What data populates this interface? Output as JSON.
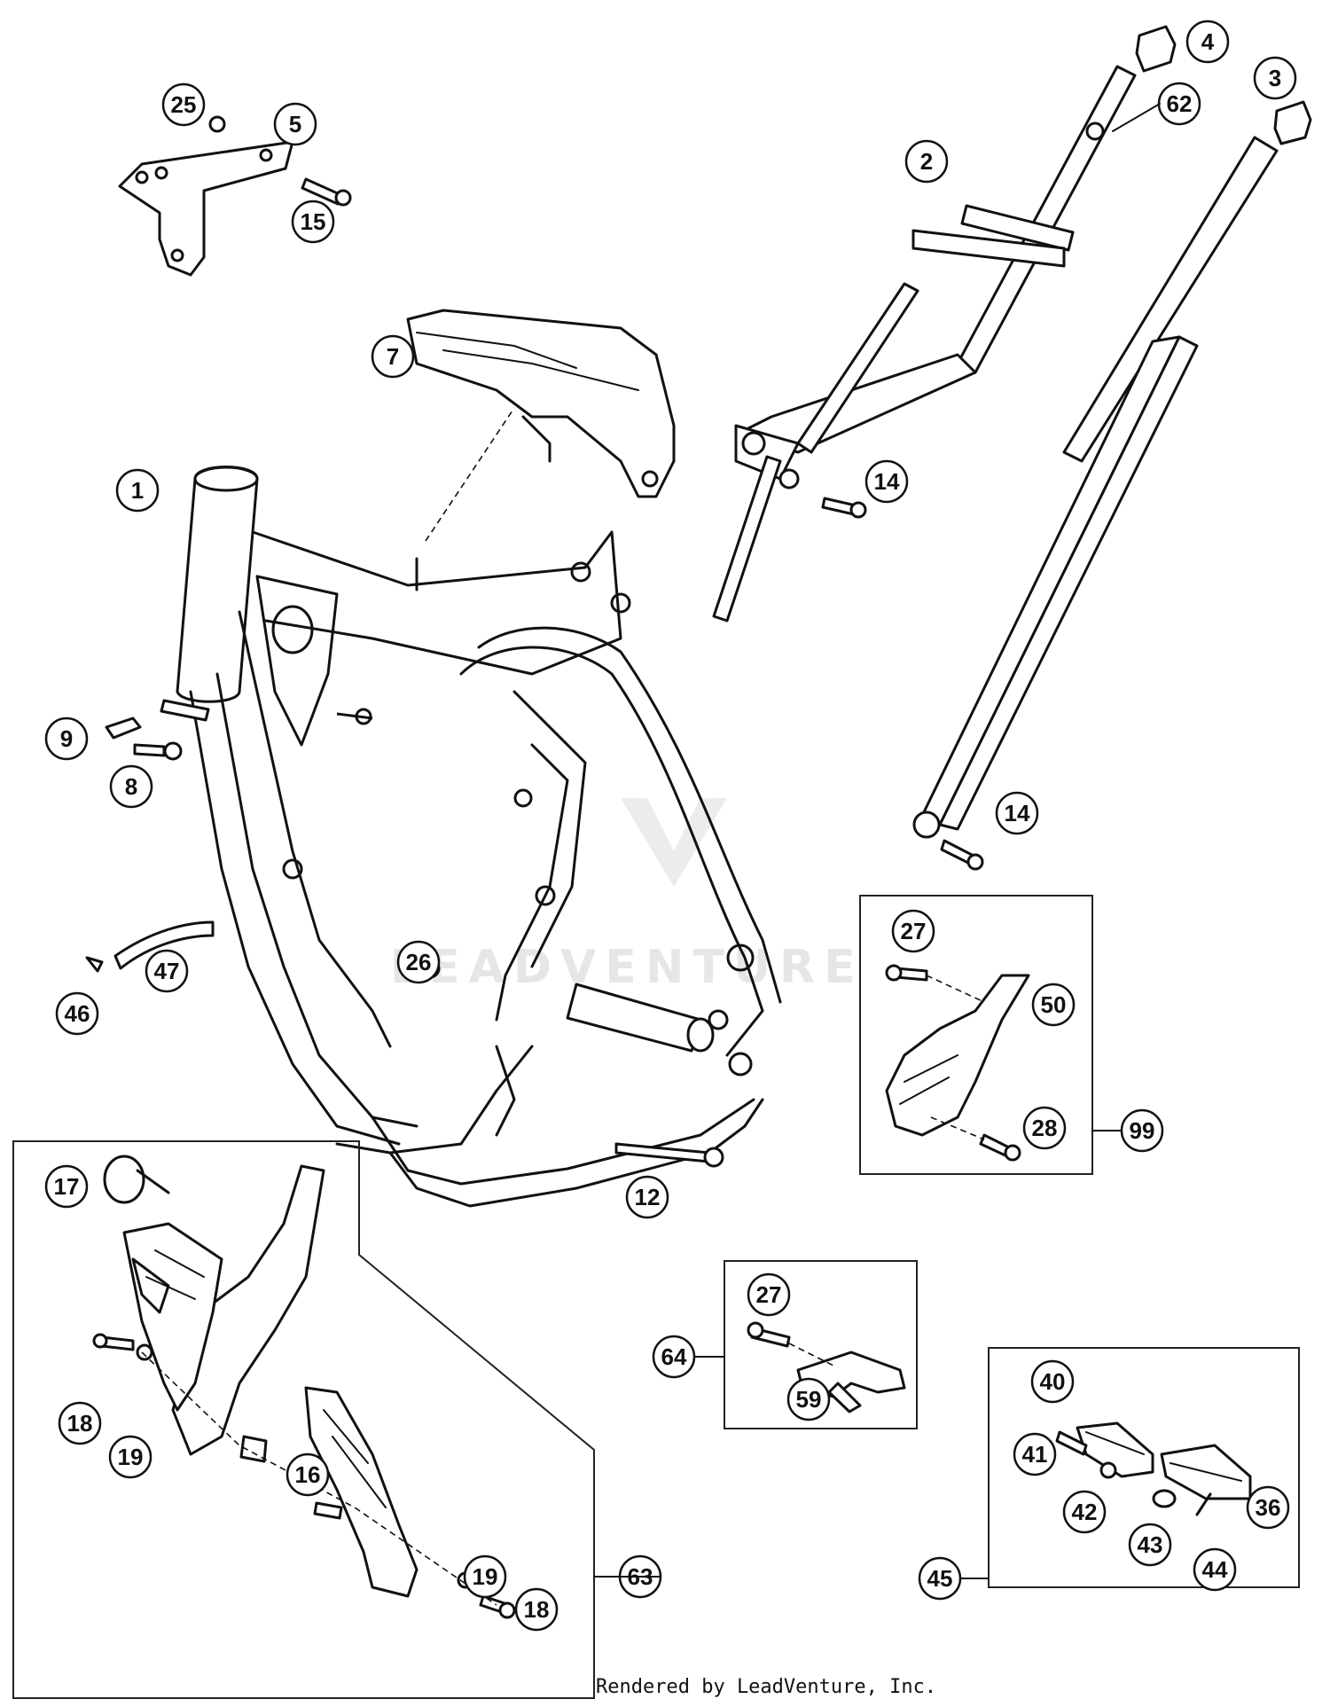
{
  "watermark": "LEADVENTURE",
  "footer": "Rendered by LeadVenture, Inc.",
  "callouts": [
    "1",
    "2",
    "3",
    "4",
    "5",
    "7",
    "8",
    "9",
    "12",
    "14",
    "14",
    "15",
    "16",
    "17",
    "18",
    "18",
    "19",
    "19",
    "25",
    "26",
    "27",
    "27",
    "28",
    "36",
    "40",
    "41",
    "42",
    "43",
    "44",
    "45",
    "46",
    "47",
    "50",
    "59",
    "62",
    "63",
    "64",
    "99"
  ]
}
